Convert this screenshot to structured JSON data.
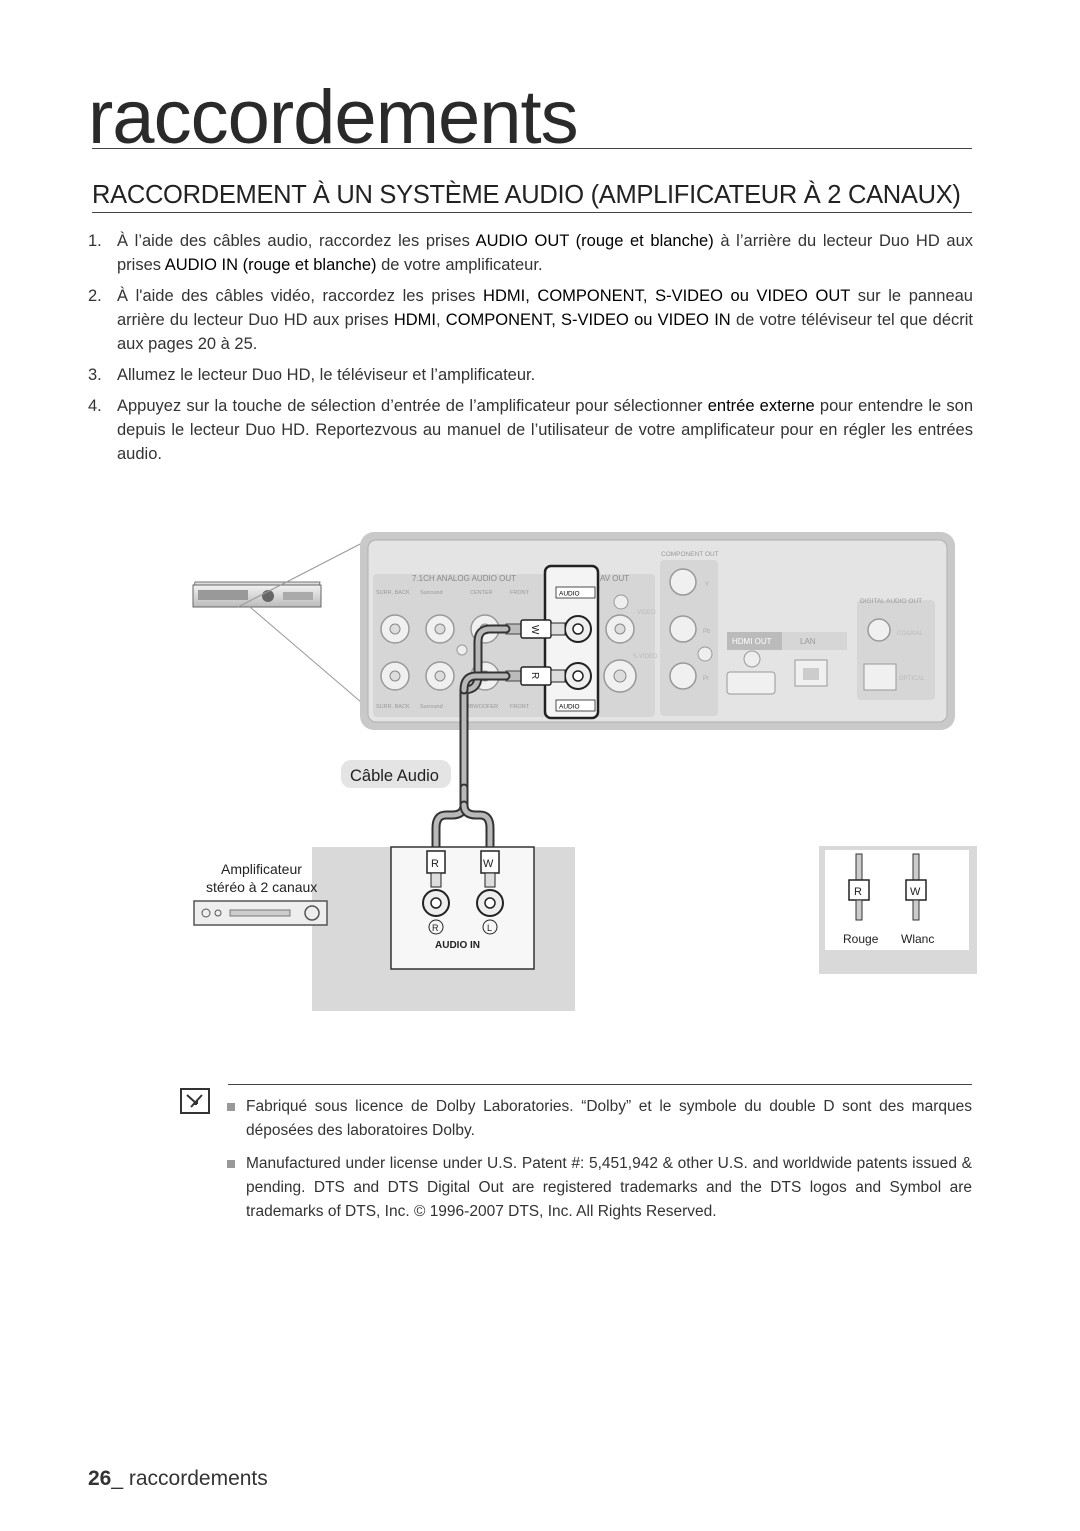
{
  "chapter_title": "raccordements",
  "section_title": "RACCORDEMENT À UN SYSTÈME AUDIO (AMPLIFICATEUR À 2 CANAUX)",
  "steps": [
    {
      "number": "1.",
      "parts": [
        {
          "t": "À l’aide des câbles audio, raccordez les prises ",
          "b": false
        },
        {
          "t": "AUDIO OUT (rouge et blanche)",
          "b": true
        },
        {
          "t": " à l’arrière du lecteur Duo HD aux prises ",
          "b": false
        },
        {
          "t": "AUDIO IN (rouge et blanche)",
          "b": true
        },
        {
          "t": " de votre amplificateur.",
          "b": false
        }
      ]
    },
    {
      "number": "2.",
      "parts": [
        {
          "t": "À l'aide des câbles vidéo, raccordez les prises ",
          "b": false
        },
        {
          "t": "HDMI, COMPONENT, S-VIDEO ou VIDEO OUT",
          "b": true
        },
        {
          "t": " sur le panneau arrière du lecteur Duo HD aux prises ",
          "b": false
        },
        {
          "t": "HDMI",
          "b": true
        },
        {
          "t": ", ",
          "b": false
        },
        {
          "t": "COMPONENT, S-VIDEO ou VIDEO IN",
          "b": true
        },
        {
          "t": " de votre téléviseur tel que décrit aux pages 20 à 25.",
          "b": false
        }
      ]
    },
    {
      "number": "3.",
      "parts": [
        {
          "t": "Allumez le lecteur Duo HD, le téléviseur et l’amplificateur.",
          "b": false
        }
      ]
    },
    {
      "number": "4.",
      "parts": [
        {
          "t": "Appuyez sur la touche de sélection d’entrée de l’amplificateur pour sélectionner ",
          "b": false
        },
        {
          "t": "entrée externe",
          "b": true
        },
        {
          "t": " pour entendre le son depuis le lecteur Duo HD. Reportezvous au manuel de l’utilisateur de votre amplificateur pour en régler les entrées audio.",
          "b": false
        }
      ]
    }
  ],
  "diagram": {
    "panel_labels": {
      "analog_out": "7.1CH ANALOG AUDIO OUT",
      "av_out": "AV OUT",
      "component_out": "COMPONENT OUT",
      "digital_audio_out": "DIGITAL AUDIO OUT",
      "hdmi_out": "HDMI OUT",
      "lan": "LAN",
      "surr_back_l": "SURR. BACK",
      "surround_l": "Surround",
      "center": "CENTER",
      "front_l": "FRONT",
      "audio_l": "AUDIO",
      "surr_back_r": "SURR. BACK",
      "surround_r": "Surround",
      "subwoofer": "SUBWOOFER",
      "front_r": "FRONT",
      "audio_r": "AUDIO",
      "video": "VIDEO",
      "svideo": "S-VIDEO",
      "y": "Y",
      "pb": "Pb",
      "pr": "Pr",
      "coaxial": "COAXIAL",
      "optical": "OPTICAL",
      "plug_w": "W",
      "plug_r": "R"
    },
    "cable_label": "Câble Audio",
    "amp_label_line1": "Amplificateur",
    "amp_label_line2": "stéréo à 2 canaux",
    "amp_plug_r": "R",
    "amp_plug_w": "W",
    "amp_jack_r": "R",
    "amp_jack_l": "L",
    "amp_audio_in": "AUDIO IN",
    "legend_r": "R",
    "legend_w": "W",
    "legend_rouge": "Rouge",
    "legend_wlanc": "Wlanc"
  },
  "notes": [
    "Fabriqué sous licence de Dolby Laboratories. “Dolby” et le symbole du double D sont des marques déposées des laboratoires Dolby.",
    "Manufactured under license under U.S. Patent #: 5,451,942 & other U.S. and worldwide patents issued & pending. DTS and DTS Digital Out are registered trademarks and the DTS logos and Symbol are trademarks of DTS, Inc. © 1996-2007 DTS, Inc. All Rights Reserved."
  ],
  "footer": {
    "page_number": "26",
    "separator": "_ ",
    "label": "raccordements"
  }
}
